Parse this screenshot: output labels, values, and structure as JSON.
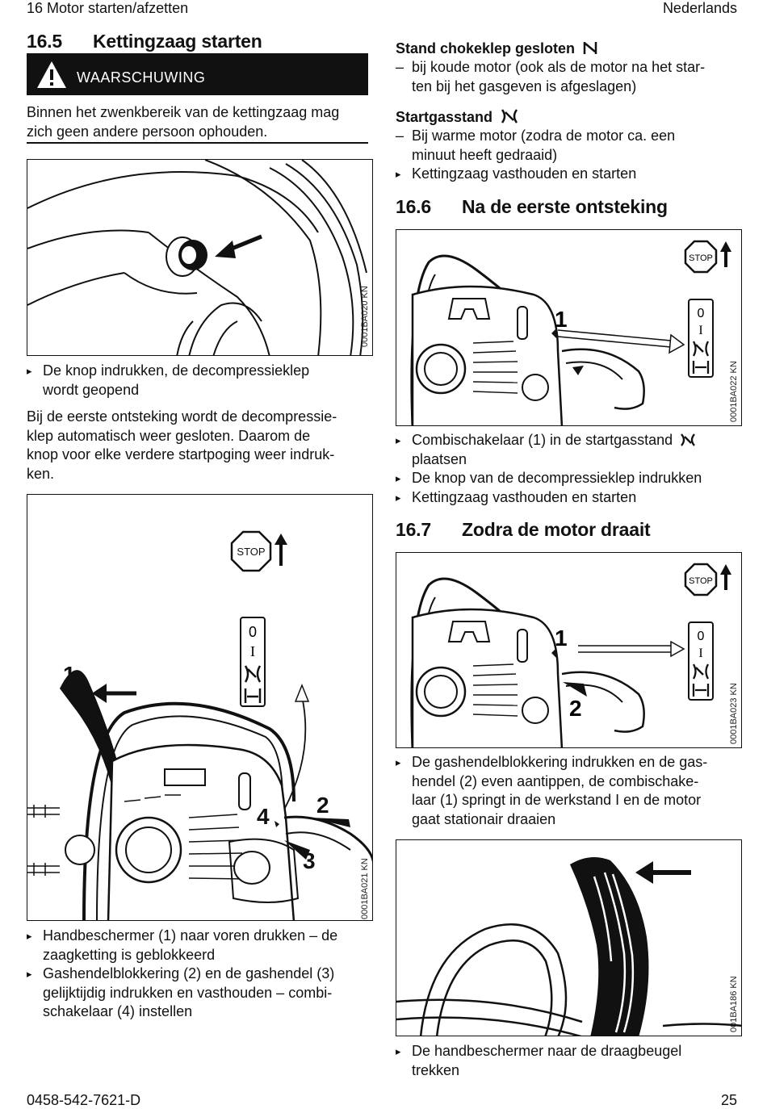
{
  "header": {
    "left": "16 Motor starten/afzetten",
    "right": "Nederlands"
  },
  "footer": {
    "left": "0458-542-7621-D",
    "right": "25"
  },
  "s165": {
    "num": "16.5",
    "title": "Kettingzaag starten",
    "warning_label": "WAARSCHUWING",
    "warning_text": [
      "Binnen het zwenkbereik van de kettingzaag mag",
      "zich geen andere persoon ophouden."
    ],
    "fig1_code": "0001BA020 KN",
    "bullet1": [
      "De knop indrukken, de decompressieklep",
      "wordt geopend"
    ],
    "para": [
      "Bij de eerste ontsteking wordt de decompressie-",
      "klep automatisch weer gesloten. Daarom de",
      "knop voor elke verdere startpoging weer indruk-",
      "ken."
    ],
    "fig2_code": "0001BA021 KN",
    "fig2_labels": {
      "a": "1",
      "b": "2",
      "c": "3",
      "d": "4"
    },
    "bullets2": [
      [
        "Handbeschermer (1) naar voren drukken – de",
        "zaagketting is geblokkeerd"
      ],
      [
        "Gashendelblokkering (2) en de gashendel (3)",
        "gelijktijdig indrukken en vasthouden – combi-",
        "schakelaar (4) instellen"
      ]
    ]
  },
  "right": {
    "choke_title": "Stand chokeklep gesloten",
    "choke_items": [
      "bij koude motor (ook als de motor na het star-",
      "ten bij het gasgeven is afgeslagen)"
    ],
    "start_title": "Startgasstand",
    "start_dash": [
      "Bij warme motor (zodra de motor ca. een",
      "minuut heeft gedraaid)"
    ],
    "start_bullet": "Kettingzaag vasthouden en starten"
  },
  "s166": {
    "num": "16.6",
    "title": "Na de eerste ontsteking",
    "fig_code": "0001BA022 KN",
    "fig_label": "1",
    "bullets": [
      [
        "Combischakelaar (1) in de startgasstand",
        "plaatsen"
      ],
      [
        "De knop van de decompressieklep indrukken"
      ],
      [
        "Kettingzaag vasthouden en starten"
      ]
    ]
  },
  "s167": {
    "num": "16.7",
    "title": "Zodra de motor draait",
    "fig_code": "0001BA023 KN",
    "fig_labels": {
      "a": "1",
      "b": "2"
    },
    "bullet": [
      "De gashendelblokkering indrukken en de gas-",
      "hendel (2) even aantippen, de combischake-",
      "laar (1) springt in de werkstand I en de motor",
      "gaat stationair draaien"
    ],
    "fig2_code": "001BA186 KN",
    "bullet2": [
      "De handbeschermer naar de draagbeugel",
      "trekken"
    ]
  },
  "selector": {
    "pos0": "0",
    "pos1": "I",
    "stop": "STOP"
  }
}
